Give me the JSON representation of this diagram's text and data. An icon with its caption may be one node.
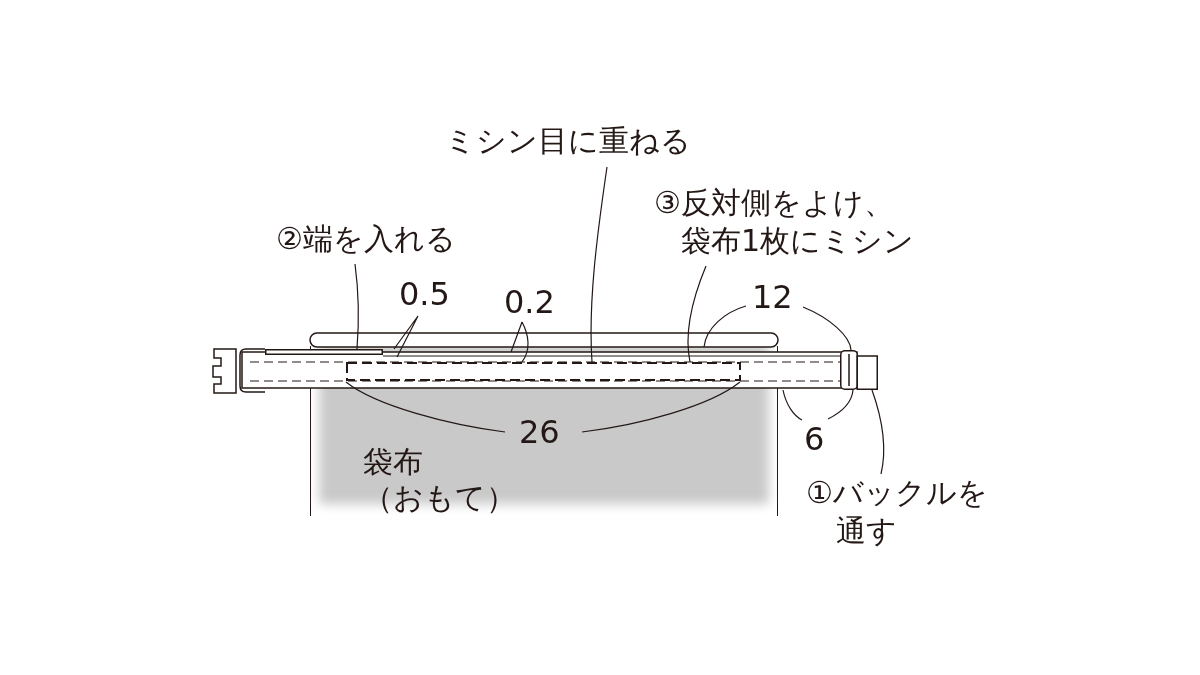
{
  "diagram": {
    "nodes": [
      {
        "text": [
          "ミシン目に重ねる"
        ]
      },
      {
        "text": [
          "③反対側をよけ、袋布1枚にミシン"
        ]
      },
      {
        "text": [
          "②端を入れる"
        ]
      },
      {
        "text": [
          "袋布（おもて）"
        ]
      },
      {
        "text": [],
        "shape": "bar"
      },
      {
        "text": [],
        "shape": "picture"
      },
      {
        "text": [],
        "shape": "box",
        "in": 3
      },
      {
        "text": [
          "①バックルを通す"
        ]
      }
    ],
    "edges": [
      {
        "from": 0,
        "to": 6,
        "arrow": "none"
      },
      {
        "from": 1,
        "to": 6,
        "arrow": "none"
      },
      {
        "from": 2,
        "to": 4,
        "arrow": "none"
      },
      {
        "from": 7,
        "to": 5,
        "arrow": "none"
      }
    ],
    "labels": [
      "0.5",
      "0.2",
      "12",
      "26",
      "6"
    ]
  }
}
